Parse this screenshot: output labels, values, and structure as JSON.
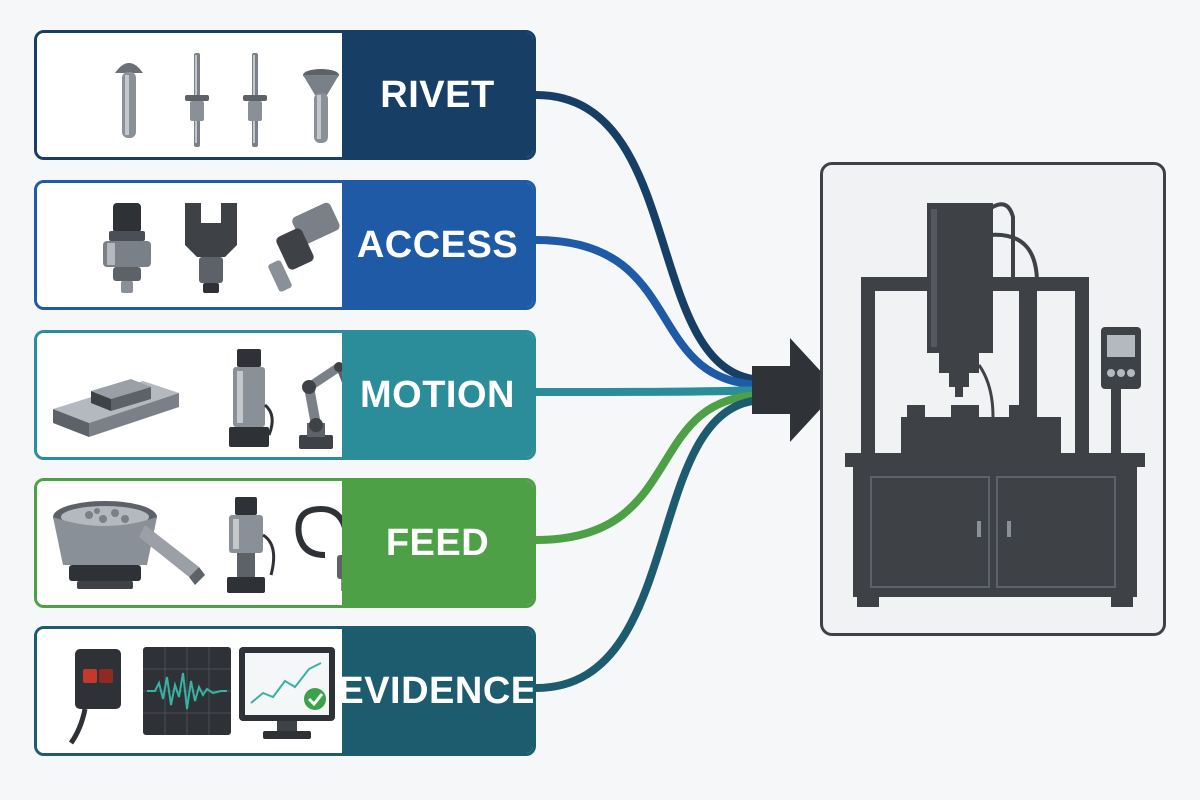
{
  "rows": [
    {
      "id": "rivet",
      "label": "RIVET",
      "color": "#173f66",
      "icons": [
        "round-head-rivet-icon",
        "blind-rivet-icon",
        "blind-rivet-icon",
        "countersunk-rivet-icon"
      ]
    },
    {
      "id": "access",
      "label": "ACCESS",
      "color": "#1e5aa6",
      "icons": [
        "rivet-tool-nose-icon",
        "clamp-jaw-icon",
        "angled-rivet-head-icon"
      ]
    },
    {
      "id": "motion",
      "label": "MOTION",
      "color": "#2a8d99",
      "icons": [
        "linear-guide-icon",
        "electric-actuator-icon",
        "robot-arm-icon"
      ]
    },
    {
      "id": "feed",
      "label": "FEED",
      "color": "#4ea046",
      "icons": [
        "vibratory-bowl-feeder-icon",
        "escapement-icon",
        "feed-hose-icon"
      ]
    },
    {
      "id": "evidence",
      "label": "EVIDENCE",
      "color": "#1d5b6e",
      "icons": [
        "proximity-sensor-icon",
        "waveform-monitor-icon",
        "process-monitor-check-icon"
      ]
    }
  ],
  "colors": {
    "arrow": "#2f3338",
    "machine": "#3e4247",
    "machine_bg": "#f1f2f4",
    "background": "#f6f7f9"
  },
  "target": {
    "icon": "riveting-machine-icon"
  }
}
